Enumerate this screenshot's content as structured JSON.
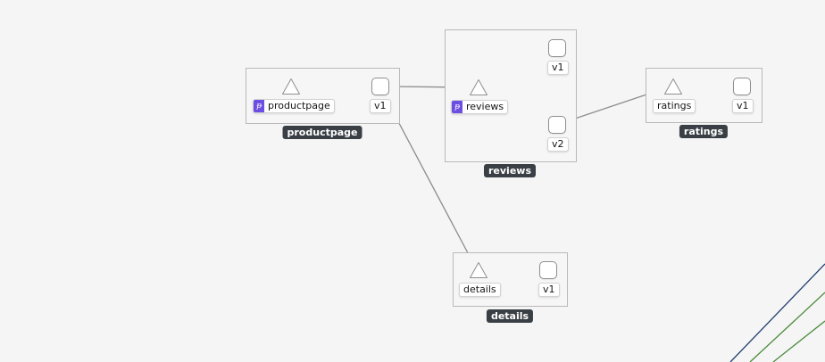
{
  "colors": {
    "edge": "#8c8c8c",
    "group_label_bg": "#393f44",
    "mesh_badge": "#6c4ee0",
    "corner_line_blue": "#1f3f6e",
    "corner_line_green": "#4b8b3b"
  },
  "groups": {
    "productpage": "productpage",
    "reviews": "reviews",
    "ratings": "ratings",
    "details": "details"
  },
  "services": {
    "productpage": "productpage",
    "reviews": "reviews",
    "ratings": "ratings",
    "details": "details"
  },
  "workloads": {
    "productpage_v1": "v1",
    "reviews_v1": "v1",
    "reviews_v2": "v2",
    "ratings_v1": "v1",
    "details_v1": "v1"
  },
  "icons": {
    "mesh_badge": "istio-sidecar-icon",
    "service": "triangle-service-icon",
    "workload": "square-workload-icon"
  }
}
